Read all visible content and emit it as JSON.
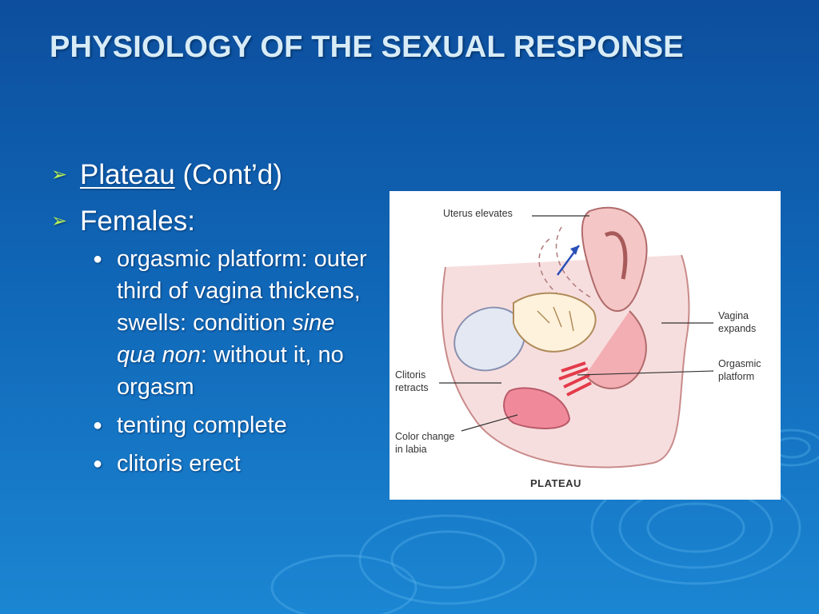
{
  "slide": {
    "title": "PHYSIOLOGY OF THE SEXUAL RESPONSE",
    "bullets": {
      "plateau_label": "Plateau",
      "plateau_rest": " (Cont’d)",
      "females": "Females:",
      "sub1_a": "orgasmic platform: outer third of vagina thickens, swells: condition ",
      "sub1_b": "sine qua non",
      "sub1_c": ": without it, no orgasm",
      "sub2": "tenting complete",
      "sub3": "clitoris erect"
    }
  },
  "figure": {
    "labels": {
      "uterus": "Uterus elevates",
      "vagina": "Vagina\nexpands",
      "clitoris": "Clitoris\nretracts",
      "orgasmic": "Orgasmic\nplatform",
      "color": "Color change\nin labia"
    },
    "caption": "PLATEAU"
  },
  "colors": {
    "bg_top": "#0d4e9e",
    "bg_bottom": "#1b86d3",
    "bullet_arrow": "#b4ee5a",
    "title": "#d8ecf7"
  }
}
